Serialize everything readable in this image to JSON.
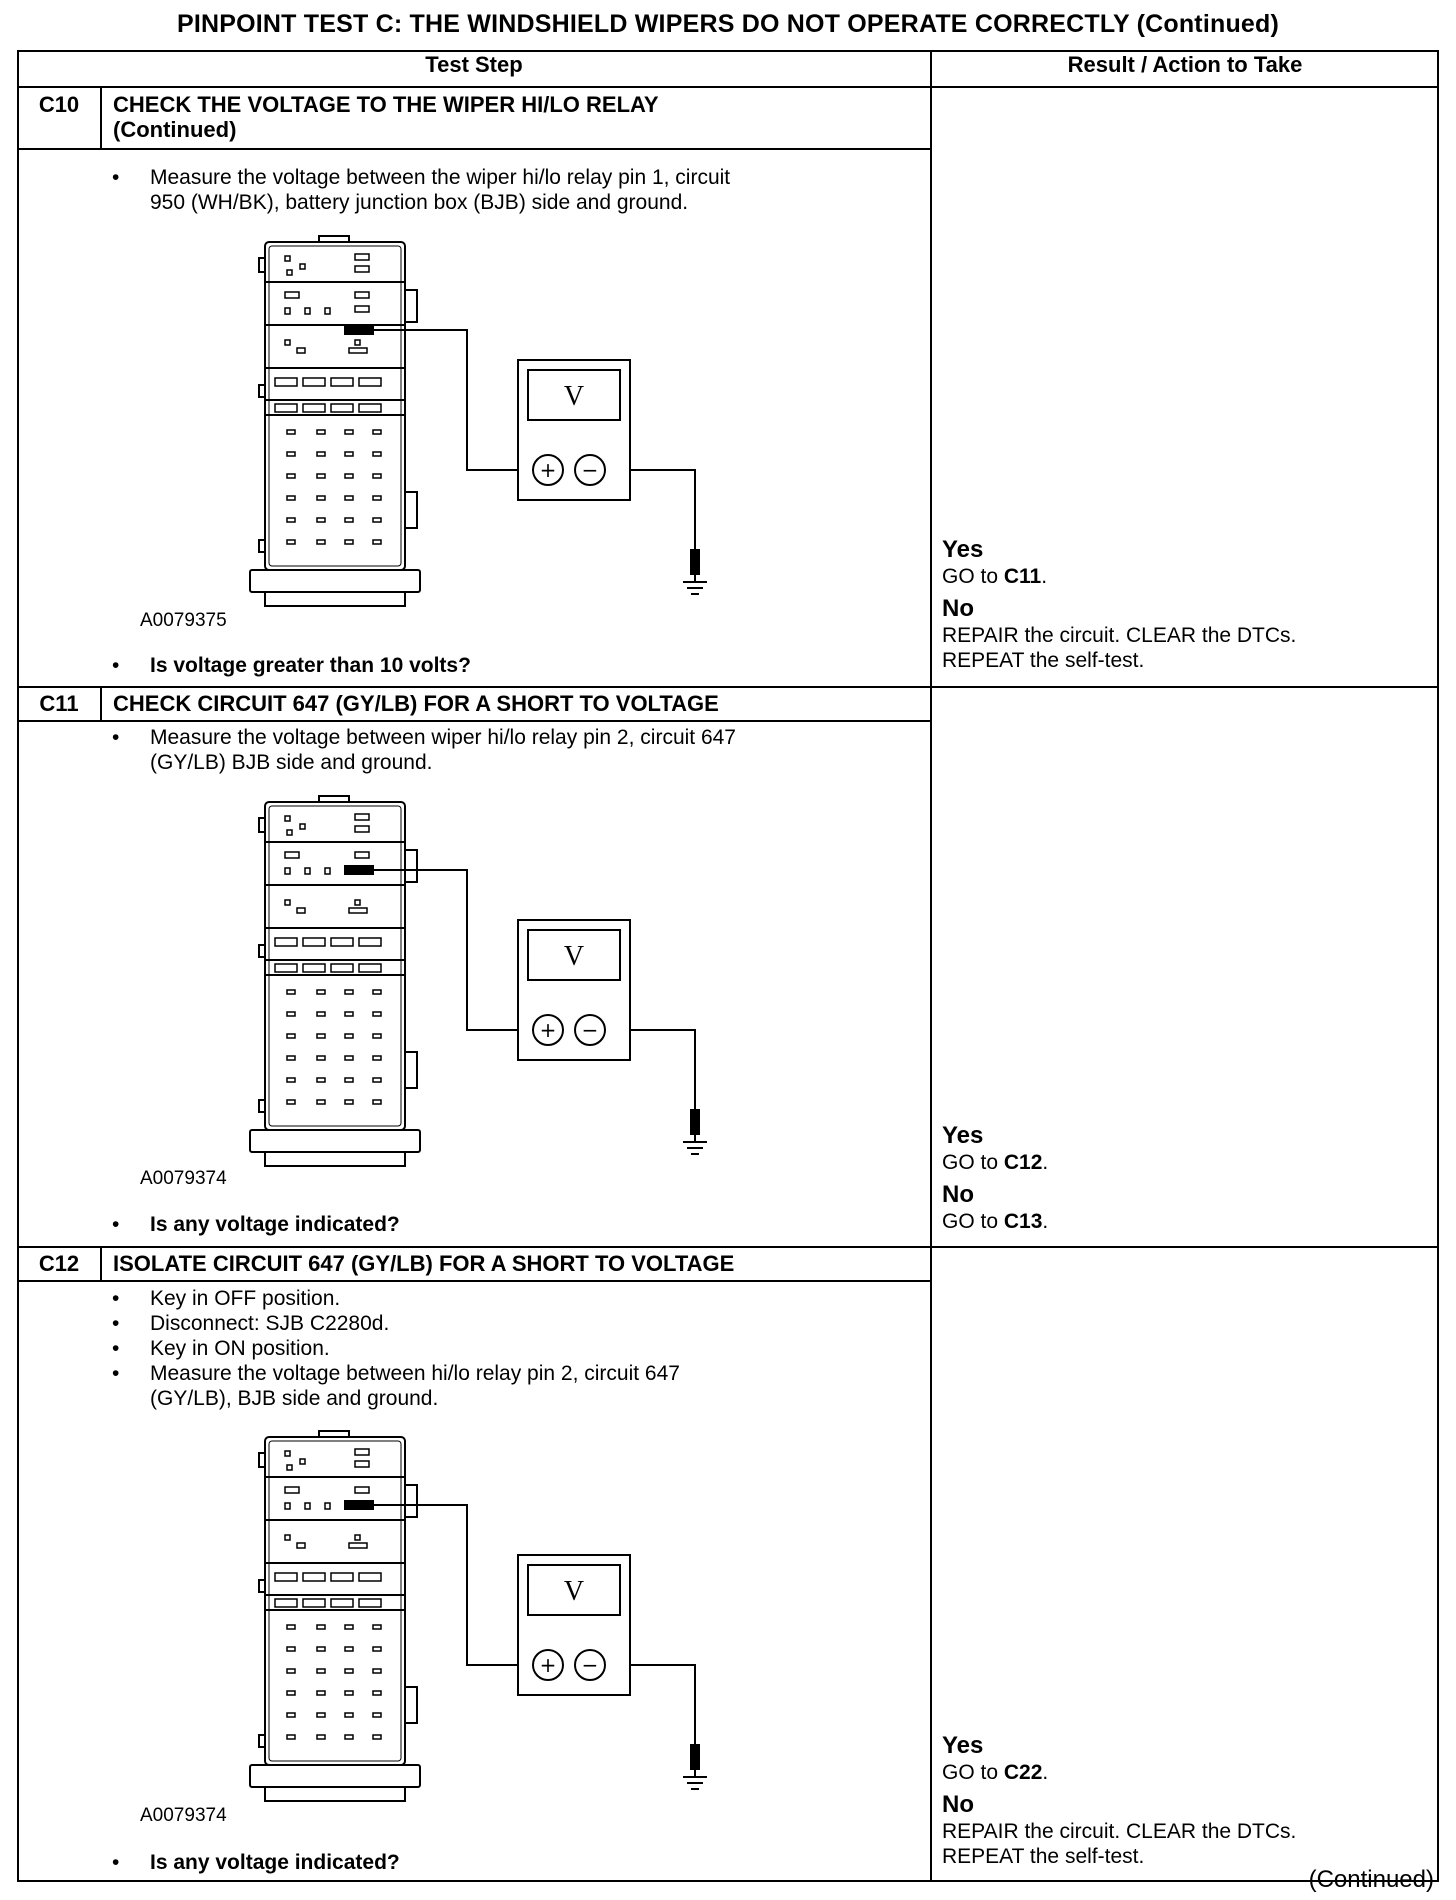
{
  "page_title": "PINPOINT TEST  C: THE WINDSHIELD WIPERS DO NOT OPERATE CORRECTLY (Continued)",
  "header": {
    "test_step": "Test Step",
    "result": "Result / Action to Take"
  },
  "steps": [
    {
      "id": "C10",
      "title_line1": "CHECK THE VOLTAGE TO THE WIPER HI/LO RELAY",
      "title_line2": "(Continued)",
      "bullets": [
        {
          "line1": "Measure the voltage between the wiper hi/lo relay pin 1, circuit",
          "line2": "950 (WH/BK), battery junction box (BJB) side and ground."
        }
      ],
      "figure_id": "A0079375",
      "meter_symbol": "V",
      "question": "Is voltage greater than 10 volts?",
      "yes_label": "Yes",
      "yes_action": "GO to",
      "yes_target": "C11",
      "no_label": "No",
      "no_line1": "REPAIR the circuit. CLEAR the DTCs.",
      "no_line2": "REPEAT the self-test."
    },
    {
      "id": "C11",
      "title_line1": "CHECK CIRCUIT 647 (GY/LB) FOR A SHORT TO VOLTAGE",
      "bullets": [
        {
          "line1": "Measure the voltage between wiper hi/lo relay pin 2, circuit 647",
          "line2": "(GY/LB) BJB side and ground."
        }
      ],
      "figure_id": "A0079374",
      "meter_symbol": "V",
      "question": "Is any voltage indicated?",
      "yes_label": "Yes",
      "yes_action": "GO to",
      "yes_target": "C12",
      "no_label": "No",
      "no_action": "GO to",
      "no_target": "C13"
    },
    {
      "id": "C12",
      "title_line1": "ISOLATE CIRCUIT 647 (GY/LB) FOR A SHORT TO VOLTAGE",
      "bullets": [
        {
          "line1": "Key in OFF position."
        },
        {
          "line1": "Disconnect: SJB C2280d."
        },
        {
          "line1": "Key in ON position."
        },
        {
          "line1": "Measure the voltage between hi/lo relay pin 2, circuit 647",
          "line2": "(GY/LB), BJB side and ground."
        }
      ],
      "figure_id": "A0079374",
      "meter_symbol": "V",
      "question": "Is any voltage indicated?",
      "yes_label": "Yes",
      "yes_action": "GO to",
      "yes_target": "C22",
      "no_label": "No",
      "no_line1": "REPAIR the circuit. CLEAR the DTCs.",
      "no_line2": "REPEAT the self-test."
    }
  ],
  "footer": {
    "continued": "(Continued)"
  },
  "bullet_char": "•",
  "meter_plus": "+",
  "meter_minus": "−"
}
